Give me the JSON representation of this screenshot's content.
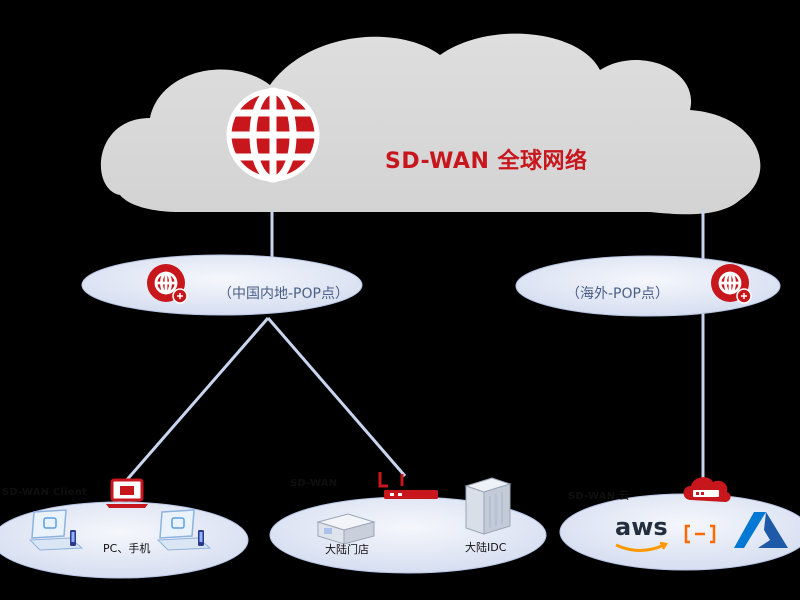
{
  "cloud": {
    "title": "SD-WAN 全球网络"
  },
  "pops": [
    {
      "label": "（中国内地-POP点）"
    },
    {
      "label": "（海外-POP点）"
    }
  ],
  "sites": {
    "pc": {
      "tag": "SD-WAN Client",
      "caption": "PC、手机"
    },
    "store": {
      "tag": "SD-WAN",
      "caption": "大陆门店"
    },
    "idc": {
      "caption": "大陆IDC"
    },
    "cloud_site": {
      "tag": "SD-WAN 云",
      "provider_aws": "aws"
    }
  },
  "colors": {
    "brand_red": "#c8161d",
    "cloud_fill": "#d9d9d9",
    "ellipse_fill": "#e3e9f6",
    "line": "#c9d5ee",
    "label_blue": "#4a5f86"
  },
  "icons": [
    "globe-icon",
    "router-icon",
    "laptop-icon",
    "phone-icon",
    "server-icon",
    "building-icon",
    "cloud-router-icon",
    "aliyun-icon",
    "azure-icon"
  ]
}
